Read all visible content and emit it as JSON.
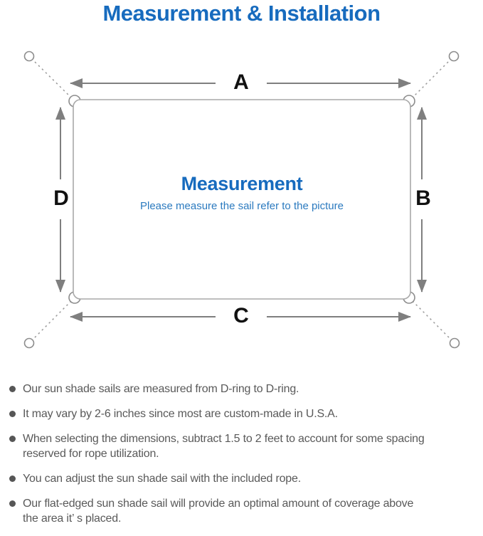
{
  "page": {
    "title": "Measurement & Installation"
  },
  "diagram": {
    "labels": {
      "top": "A",
      "right": "B",
      "bottom": "C",
      "left": "D"
    },
    "center": {
      "heading": "Measurement",
      "subheading": "Please measure the sail refer to the picture"
    }
  },
  "notes": {
    "items": [
      "Our sun shade sails are measured from D-ring to D-ring.",
      "It may vary by 2-6 inches since most are custom-made in U.S.A.",
      "When selecting the dimensions, subtract 1.5 to 2 feet to account for some spacing\nreserved for rope utilization.",
      "You can adjust the sun shade sail with the included rope.",
      "Our flat-edged sun shade sail will provide an optimal amount of coverage above\nthe area it’ s placed."
    ]
  },
  "colors": {
    "title_blue": "#176bbe",
    "subtitle_blue": "#2b7abf",
    "note_text_gray": "#595959",
    "arrow_gray": "#7f7f7f",
    "outline_gray": "#a8a8a8"
  }
}
